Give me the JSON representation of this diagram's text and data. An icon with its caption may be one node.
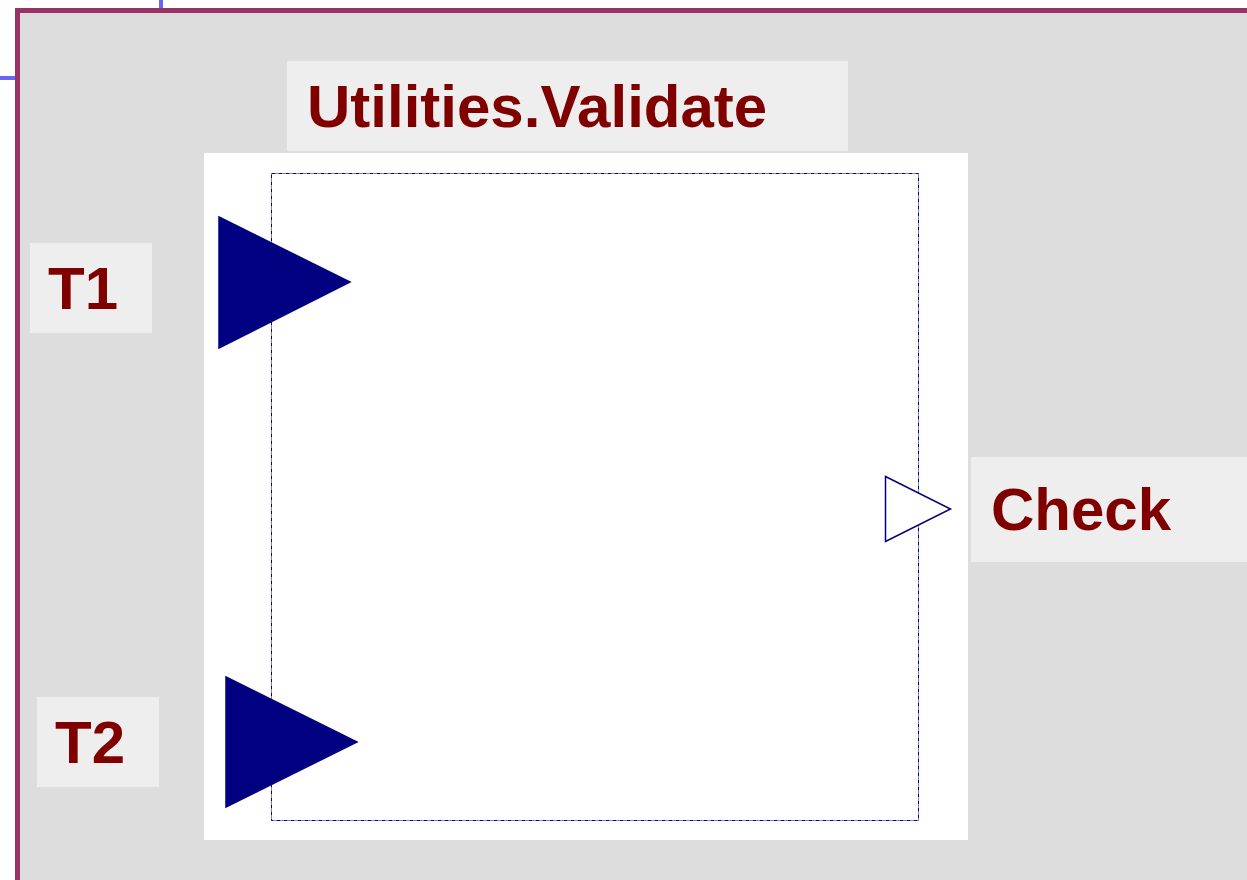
{
  "diagram": {
    "nodes": [
      {
        "text": [
          "Utilities.Validate"
        ]
      },
      {
        "text": [
          "T1"
        ]
      },
      {
        "text": [
          "T2"
        ]
      },
      {
        "text": [
          "Check"
        ]
      }
    ]
  }
}
